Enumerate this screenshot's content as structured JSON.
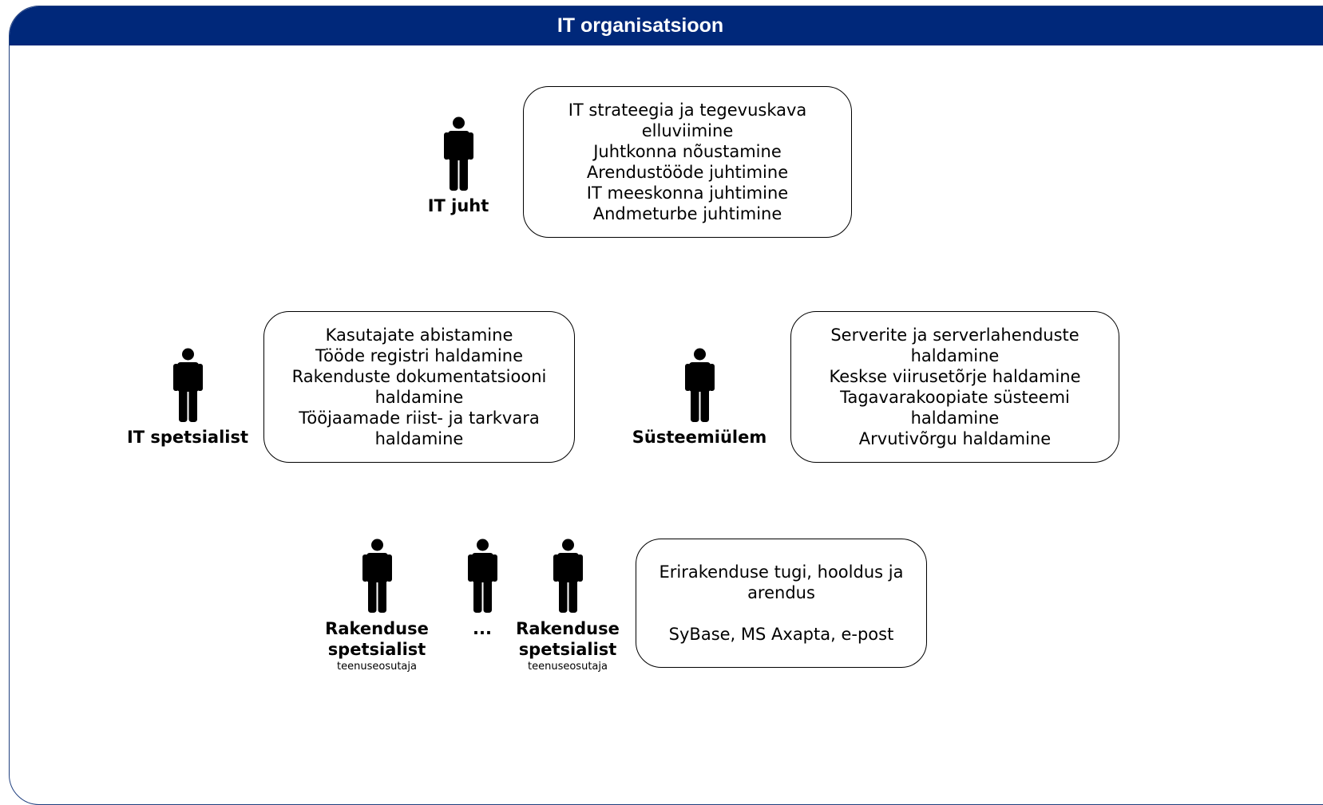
{
  "title": "IT organisatsioon",
  "roles": {
    "it_juht": {
      "label": "IT juht",
      "tasks": [
        "IT strateegia ja tegevuskava",
        "elluviimine",
        "Juhtkonna nõustamine",
        "Arendustööde juhtimine",
        "IT meeskonna juhtimine",
        "Andmeturbe juhtimine"
      ]
    },
    "it_spetsialist": {
      "label": "IT spetsialist",
      "tasks": [
        "Kasutajate abistamine",
        "Tööde registri haldamine",
        "Rakenduste dokumentatsiooni",
        "haldamine",
        "Tööjaamade riist- ja tarkvara",
        "haldamine"
      ]
    },
    "systeemiulem": {
      "label": "Süsteemiülem",
      "tasks": [
        "Serverite ja serverlahenduste",
        "haldamine",
        "Keskse viirusetõrje haldamine",
        "Tagavarakoopiate süsteemi",
        "haldamine",
        "Arvutivõrgu haldamine"
      ]
    },
    "rakenduse_1": {
      "label_line1": "Rakenduse",
      "label_line2": "spetsialist",
      "sub": "teenuseosutaja"
    },
    "ellipsis": "...",
    "rakenduse_2": {
      "label_line1": "Rakenduse",
      "label_line2": "spetsialist",
      "sub": "teenuseosutaja"
    },
    "rakenduse_tasks": {
      "line1": "Erirakenduse tugi, hooldus ja",
      "line2": "arendus",
      "line3": "SyBase, MS Axapta, e-post"
    }
  },
  "icons": {
    "person": "person-icon"
  },
  "colors": {
    "title_bar": "#00287a",
    "frame_border": "#1f3f7f"
  }
}
